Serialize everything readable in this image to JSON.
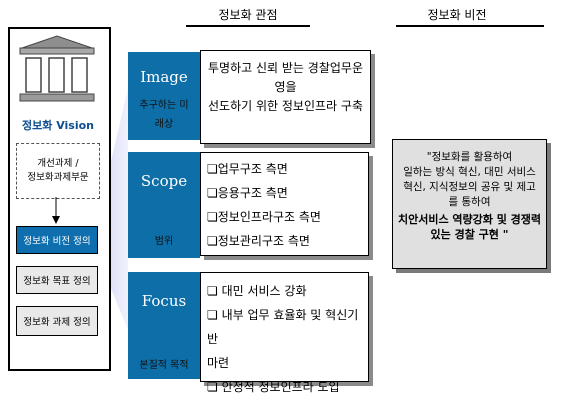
{
  "headers": {
    "perspective": "정보화 관점",
    "vision": "정보화 비전"
  },
  "pillar": {
    "title": "정보화 Vision",
    "dashed_lines": [
      "개선과제 /",
      "정보화과제부문"
    ],
    "nav_items": [
      {
        "label": "정보화 비전 정의",
        "active": true
      },
      {
        "label": "정보화 목표 정의",
        "active": false
      },
      {
        "label": "정보화 과제 정의",
        "active": false
      }
    ]
  },
  "categories": [
    {
      "title": "Image",
      "subtitle_lines": [
        "추구하는 미",
        "래상"
      ],
      "content_lines": [
        "투명하고 신뢰 받는 경찰업무운",
        "영을",
        "선도하기 위한 정보인프라 구축"
      ]
    },
    {
      "title": "Scope",
      "subtitle_lines": [
        "범위"
      ],
      "content_lines": [
        "❏업무구조 측면",
        "❏응용구조 측면",
        "❏정보인프라구조 측면",
        "❏정보관리구조 측면"
      ]
    },
    {
      "title": "Focus",
      "subtitle_lines": [
        "본질적 목적"
      ],
      "content_lines": [
        "❏ 대민 서비스 강화",
        "❏ 내부 업무 효율화 및 혁신기반",
        "마련",
        "❏ 안정적 정보인프라 도입"
      ]
    }
  ],
  "vision_statement": {
    "lines": [
      "\"정보화를 활용하여",
      "일하는 방식 혁신, 대민 서비스",
      "혁신, 지식정보의 공유 및 제고",
      "를 통하여"
    ],
    "bold_lines": [
      "치안서비스 역량강화 및 경쟁력",
      "있는 경찰 구현 \""
    ]
  },
  "colors": {
    "accent_blue": "#0d6ea8",
    "nav_active": "#0f6fae",
    "funnel": "#c9ccf0"
  }
}
